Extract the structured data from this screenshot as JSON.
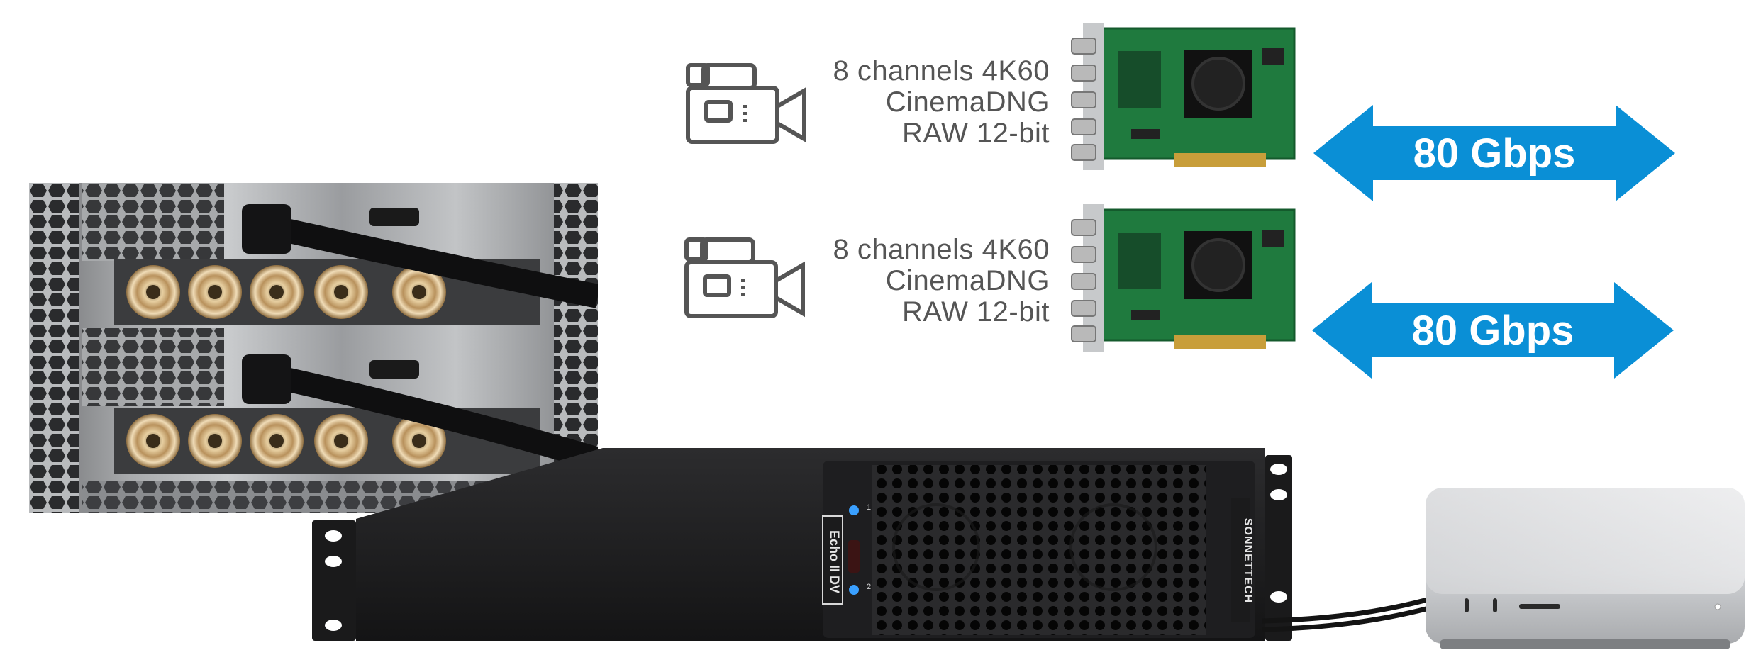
{
  "rows": [
    {
      "channel_lines": [
        "8 channels 4K60",
        "CinemaDNG",
        "RAW 12-bit"
      ],
      "bandwidth_label": "80 Gbps"
    },
    {
      "channel_lines": [
        "8 channels 4K60",
        "CinemaDNG",
        "RAW 12-bit"
      ],
      "bandwidth_label": "80 Gbps"
    }
  ],
  "device": {
    "model_label": "Echo II DV",
    "brand_label": "SONNETTECH",
    "port_numbers": [
      "1",
      "2"
    ]
  },
  "colors": {
    "arrow": "#0a8fd6",
    "text": "#555555",
    "chassis": "#1a1a1b",
    "led": "#3aa0ff",
    "pcb": "#1f7a3e"
  },
  "icons": {
    "camera": "video-camera-icon",
    "arrow": "double-headed-arrow-icon"
  }
}
